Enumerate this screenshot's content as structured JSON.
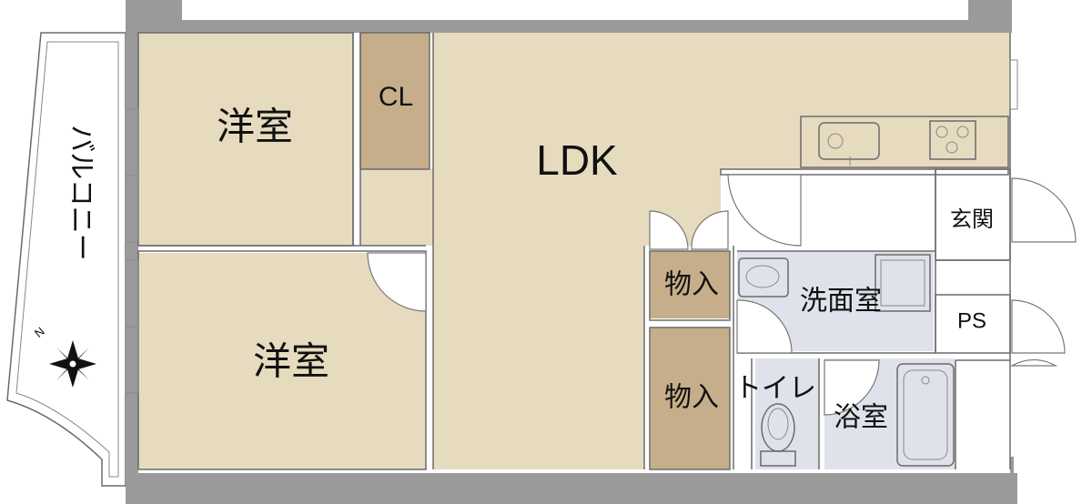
{
  "rooms": {
    "western_room_1": "洋室",
    "western_room_2": "洋室",
    "closet": "CL",
    "ldk": "LDK",
    "storage_1": "物入",
    "storage_2": "物入",
    "washroom": "洗面室",
    "toilet": "トイレ",
    "bathroom": "浴室",
    "entrance": "玄関",
    "pipe_space": "PS"
  },
  "balcony": {
    "label": "バルコニー"
  },
  "compass": {
    "north_label": "N"
  },
  "colors": {
    "wall": "#9a9a9a",
    "wood_floor": "#e7dbbf",
    "closet_floor": "#c7ae8a",
    "wet_area_floor": "#dfe2ea"
  }
}
